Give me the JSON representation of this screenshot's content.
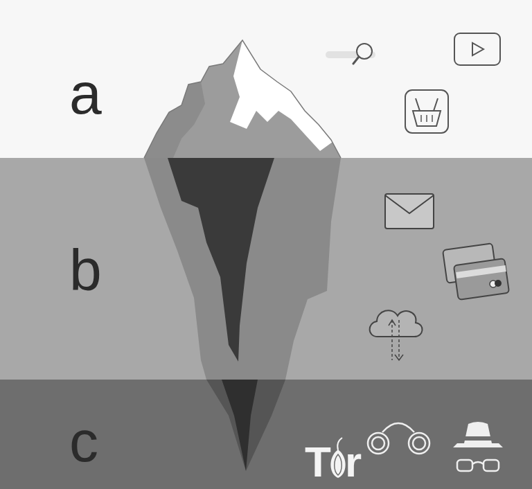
{
  "diagram": {
    "nodes": [
      {
        "text": [
          "a"
        ]
      },
      {
        "text": [
          "b"
        ]
      },
      {
        "text": [
          "c"
        ]
      }
    ],
    "labels": [
      "T",
      "r"
    ]
  }
}
